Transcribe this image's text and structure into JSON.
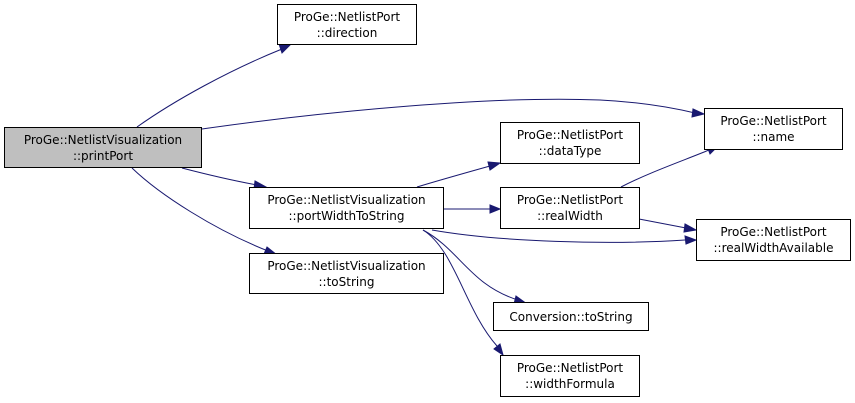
{
  "nodes": {
    "printPort": {
      "line1": "ProGe::NetlistVisualization",
      "line2": "::printPort"
    },
    "direction": {
      "line1": "ProGe::NetlistPort",
      "line2": "::direction"
    },
    "name": {
      "line1": "ProGe::NetlistPort",
      "line2": "::name"
    },
    "dataType": {
      "line1": "ProGe::NetlistPort",
      "line2": "::dataType"
    },
    "portWidthToString": {
      "line1": "ProGe::NetlistVisualization",
      "line2": "::portWidthToString"
    },
    "realWidth": {
      "line1": "ProGe::NetlistPort",
      "line2": "::realWidth"
    },
    "realWidthAvailable": {
      "line1": "ProGe::NetlistPort",
      "line2": "::realWidthAvailable"
    },
    "toString": {
      "line1": "ProGe::NetlistVisualization",
      "line2": "::toString"
    },
    "conversionToString": {
      "line1": "Conversion::toString"
    },
    "widthFormula": {
      "line1": "ProGe::NetlistPort",
      "line2": "::widthFormula"
    }
  },
  "colors": {
    "edge": "#191970",
    "root_fill": "#bfbfbf",
    "node_fill": "#ffffff",
    "border": "#000000"
  }
}
